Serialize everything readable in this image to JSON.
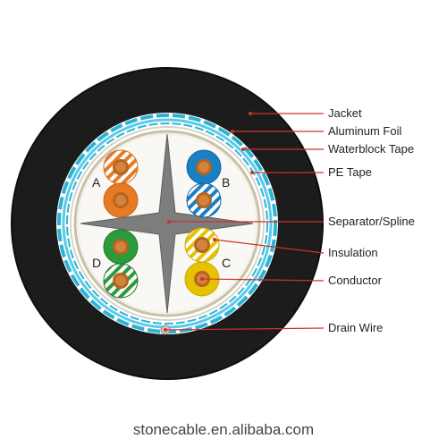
{
  "diagram": {
    "callouts": [
      {
        "id": "jacket",
        "label": "Jacket"
      },
      {
        "id": "foil",
        "label": "Aluminum Foil"
      },
      {
        "id": "waterblock",
        "label": "Waterblock Tape"
      },
      {
        "id": "pe-tape",
        "label": "PE Tape"
      },
      {
        "id": "separator",
        "label": "Separator/Spline"
      },
      {
        "id": "insulation",
        "label": "Insulation"
      },
      {
        "id": "conductor",
        "label": "Conductor"
      },
      {
        "id": "drain",
        "label": "Drain Wire"
      }
    ],
    "pairs": [
      {
        "letter": "A",
        "colors": [
          "orange-white",
          "orange"
        ]
      },
      {
        "letter": "B",
        "colors": [
          "blue",
          "blue-white"
        ]
      },
      {
        "letter": "C",
        "colors": [
          "yellow-white",
          "yellow"
        ]
      },
      {
        "letter": "D",
        "colors": [
          "green",
          "green-white"
        ]
      }
    ],
    "watermark": "stonecable.en.alibaba.com"
  },
  "colors": {
    "jacket": "#1b1b1b",
    "foil": "#2bb4d8",
    "tape": "#e8e4d8",
    "pe_tape": "#c9c2a8",
    "separator": "#7a7a7a",
    "leader": "#d0312d",
    "copper": "#b5651d",
    "orange": "#e87a24",
    "blue": "#1a7fc4",
    "green": "#2a9a3c",
    "yellow": "#e6c200"
  }
}
